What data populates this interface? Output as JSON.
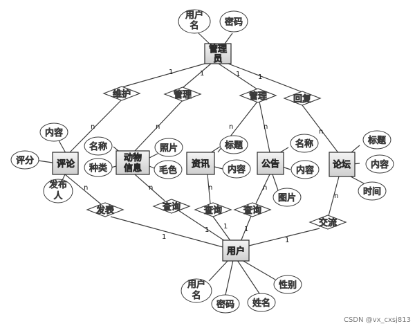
{
  "entities": {
    "admin": "管理员",
    "comment": "评论",
    "animal": "动物信息",
    "news": "资讯",
    "notice": "公告",
    "forum": "论坛",
    "user": "用户"
  },
  "relationships": {
    "maintain": "维护",
    "manage_animal": "管理",
    "manage_info": "管理",
    "reply": "回复",
    "publish": "发表",
    "query_animal": "查询",
    "query_news": "查询",
    "query_notice": "查询",
    "exchange": "交流"
  },
  "attributes": {
    "admin_username": "用户名",
    "admin_password": "密码",
    "comment_content": "内容",
    "comment_score": "评分",
    "comment_publisher": "发布人",
    "animal_name": "名称",
    "animal_species": "种类",
    "animal_photo": "照片",
    "animal_fur": "毛色",
    "news_title": "标题",
    "news_content": "内容",
    "notice_name": "名称",
    "notice_content": "内容",
    "notice_image": "图片",
    "forum_title": "标题",
    "forum_content": "内容",
    "forum_time": "时间",
    "user_username": "用户名",
    "user_password": "密码",
    "user_fullname": "姓名",
    "user_gender": "性别"
  },
  "cardinality": {
    "one": "1",
    "many": "n"
  },
  "watermark": "CSDN @vx_cxsj813"
}
